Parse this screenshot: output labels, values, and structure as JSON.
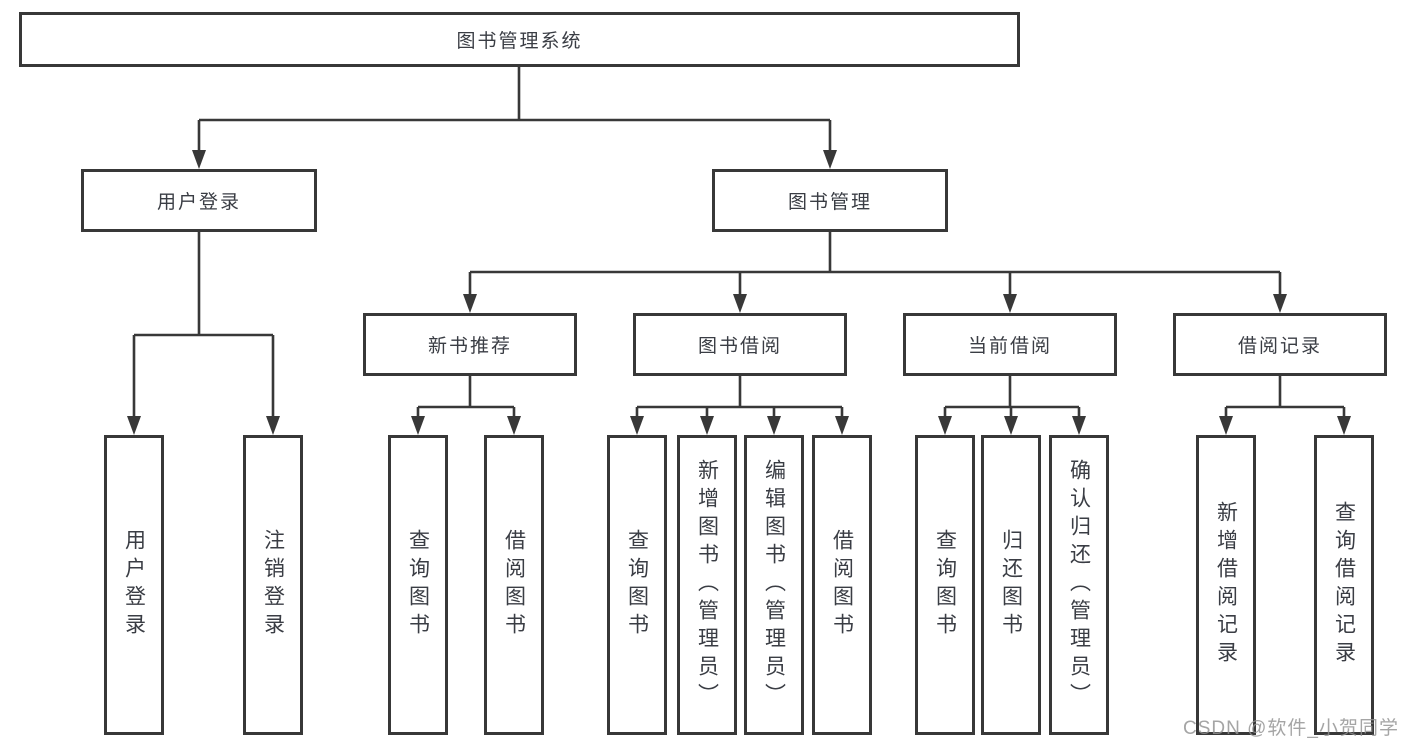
{
  "diagram_title": "图书管理系统",
  "colors": {
    "line": "#383838",
    "text": "#3a3d44",
    "background": "#ffffff",
    "watermark": "#919191"
  },
  "tree": {
    "root": {
      "label": "图书管理系统"
    },
    "level2": [
      {
        "id": "user-login",
        "label": "用户登录"
      },
      {
        "id": "book-management",
        "label": "图书管理"
      }
    ],
    "level3": [
      {
        "id": "new-book-recommendation",
        "label": "新书推荐"
      },
      {
        "id": "book-borrowing",
        "label": "图书借阅"
      },
      {
        "id": "current-borrowing",
        "label": "当前借阅"
      },
      {
        "id": "borrowing-records",
        "label": "借阅记录"
      }
    ],
    "leaves": {
      "user_login": [
        "用户登录",
        "注销登录"
      ],
      "new_book_recommendation": [
        "查询图书",
        "借阅图书"
      ],
      "book_borrowing": [
        "查询图书",
        "新增图书（管理员）",
        "编辑图书（管理员）",
        "借阅图书"
      ],
      "current_borrowing": [
        "查询图书",
        "归还图书",
        "确认归还（管理员）"
      ],
      "borrowing_records": [
        "新增借阅记录",
        "查询借阅记录"
      ]
    }
  },
  "watermark": "CSDN @软件_小贺同学"
}
